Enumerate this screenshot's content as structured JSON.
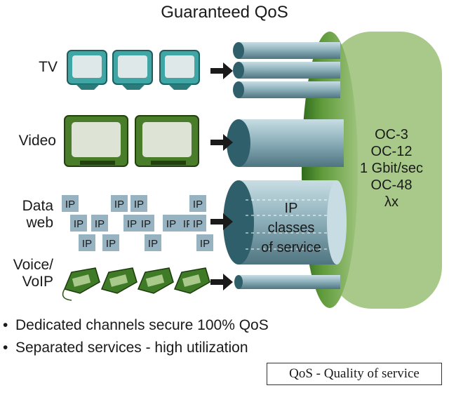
{
  "title": "Guaranteed QoS",
  "rows": {
    "tv": "TV",
    "video": "Video",
    "data_line1": "Data",
    "data_line2": "web",
    "voice_line1": "Voice/",
    "voice_line2": "VoIP"
  },
  "ip_block_label": "IP",
  "ip_pipe": {
    "line1": "IP",
    "line2": "classes",
    "line3": "of service"
  },
  "ring_rates": [
    "OC-3",
    "OC-12",
    "1 Gbit/sec",
    "OC-48",
    "λx"
  ],
  "bullets": [
    "Dedicated channels secure 100% QoS",
    "Separated services - high utilization"
  ],
  "legend": "QoS - Quality of service",
  "colors": {
    "tv": "#3fa5a5",
    "video": "#4a7d2a",
    "ip_block": "#97b3c2",
    "ring": "#a9c98a",
    "pipe": "#8fb2bd"
  },
  "icons": [
    "tv-icon",
    "monitor-icon",
    "ip-packet-icon",
    "telephone-icon",
    "arrow-icon",
    "pipe-icon"
  ]
}
